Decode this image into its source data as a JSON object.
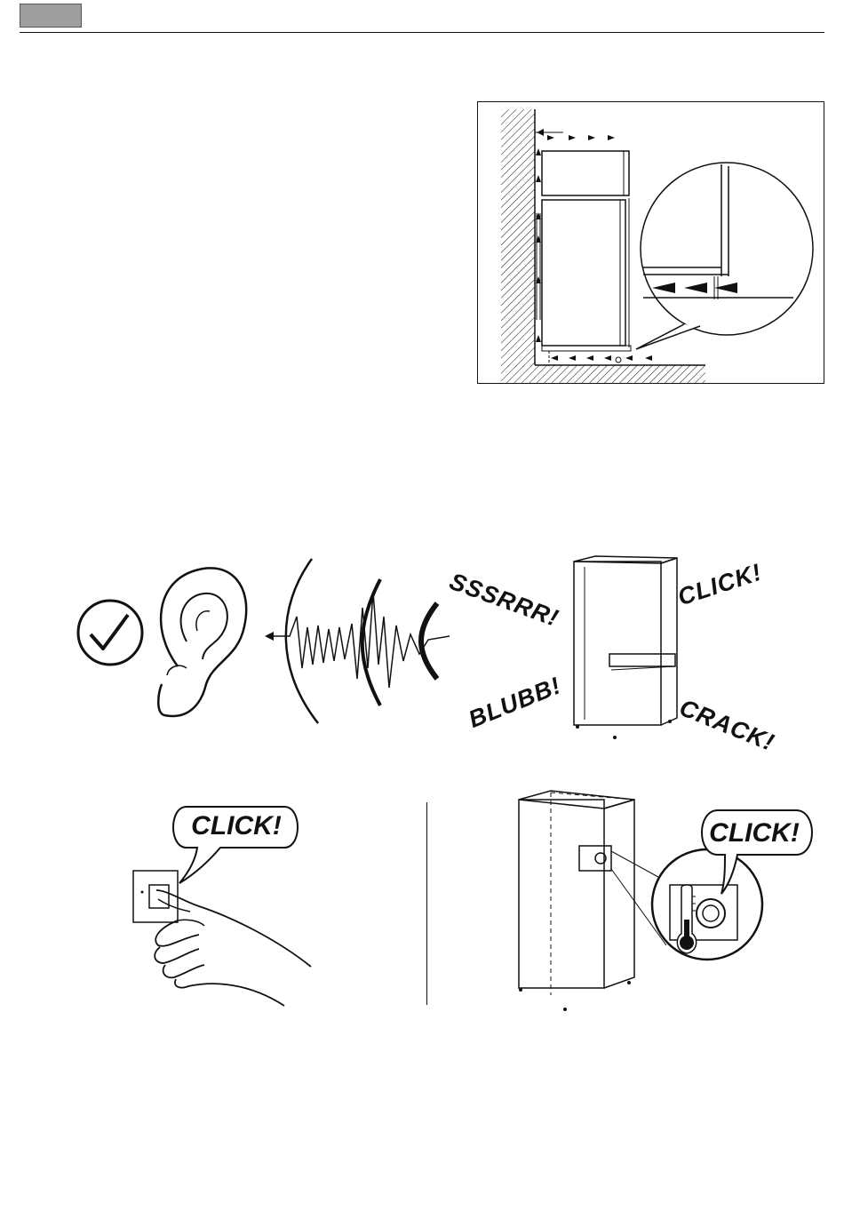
{
  "sounds": {
    "sssrrr": "SSSRRR!",
    "click": "CLICK!",
    "blubb": "BLUBB!",
    "crack": "CRACK!"
  },
  "bubbles": {
    "switch_click": "CLICK!",
    "thermostat_click": "CLICK!"
  },
  "icons": {
    "check": "check-circle-icon",
    "ear": "ear-icon",
    "thermometer": "thermometer-icon"
  },
  "colors": {
    "header_tab": "#9e9e9e",
    "line": "#111111"
  }
}
